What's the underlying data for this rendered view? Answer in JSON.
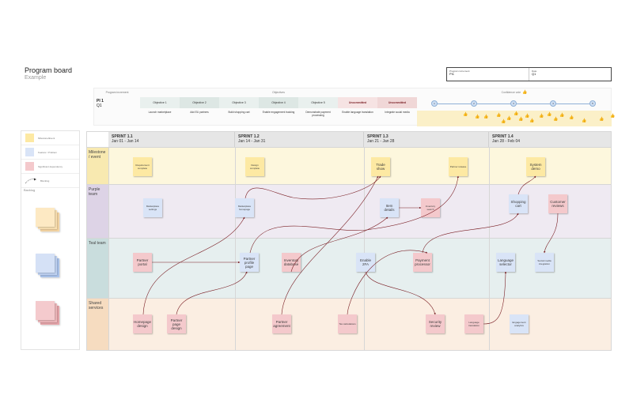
{
  "header": {
    "title": "Program board",
    "subtitle": "Example"
  },
  "pi_box": {
    "increment_label": "Program increment",
    "increment_value": "PI1",
    "date_label": "Date",
    "date_value": "Q1"
  },
  "objectives": {
    "program_increment_label": "Program increment",
    "objectives_label": "Objectives",
    "confidence_label": "Confidence vote",
    "pi_name": "PI 1",
    "pi_quarter": "Q1",
    "columns": [
      {
        "head": "Objective 1",
        "detail": "Launch marketplace",
        "shade": "#e9f0ee"
      },
      {
        "head": "Objective 2",
        "detail": "Add EU partners",
        "shade": "#dde7e4"
      },
      {
        "head": "Objective 3",
        "detail": "Build shopping cart",
        "shade": "#e9f0ee"
      },
      {
        "head": "Objective 4",
        "detail": "Enable engagement tracking",
        "shade": "#dde7e4"
      },
      {
        "head": "Objective 5",
        "detail": "Demonstrate payment processing",
        "shade": "#e9f0ee"
      },
      {
        "head": "Uncommitted",
        "detail": "Enable language translation",
        "shade": "#f6e3e3"
      },
      {
        "head": "Uncommitted",
        "detail": "Integrate social media",
        "shade": "#f0d7d7"
      }
    ],
    "vote_scale": [
      "1",
      "2",
      "3",
      "4",
      "5"
    ],
    "thumb_icon": "thumbs-up-icon"
  },
  "legend": {
    "items": [
      {
        "label": "Milestone/Event",
        "color": "#fde9a3"
      },
      {
        "label": "Feature / Problem",
        "color": "#d9e4f7"
      },
      {
        "label": "Significant dependency",
        "color": "#f4c9cc"
      },
      {
        "label": "Blocking",
        "icon": "dependency-arrow-icon"
      }
    ],
    "backlog_label": "Backlog"
  },
  "sprints": [
    {
      "name": "SPRINT 1.1",
      "dates": "Jan 01 - Jan 14"
    },
    {
      "name": "SPRINT 1.2",
      "dates": "Jan 14 - Jan 31"
    },
    {
      "name": "SPRINT 1.3",
      "dates": "Jan 21 - Jan 28"
    },
    {
      "name": "SPRINT 1.4",
      "dates": "Jan 28 - Feb 04"
    }
  ],
  "lanes": [
    {
      "name": "Milestone / event",
      "color": "#fdf7dd",
      "label_color": "#f8e9b0"
    },
    {
      "name": "Purple team",
      "color": "#efeaf2",
      "label_color": "#ddd3e6"
    },
    {
      "name": "Teal team",
      "color": "#e6efef",
      "label_color": "#c9dddd"
    },
    {
      "name": "Shared services",
      "color": "#fbeee2",
      "label_color": "#f6dcc0"
    }
  ],
  "notes": {
    "requirement_complete": "Requirement complete",
    "design_complete": "Design complete",
    "trade_show": "Trade show",
    "partner_release": "Partner release",
    "system_demo": "System demo",
    "marketplace_settings": "Marketplace settings",
    "marketplace_homepage": "Marketplace homepage",
    "item_details": "Item details",
    "inventory_search": "Inventory search",
    "shopping_cart": "Shopping cart",
    "customer_reviews": "Customer reviews",
    "partner_portal": "Partner portal",
    "partner_profile_page": "Partner profile page",
    "inventory_database": "Inventory database",
    "enable_2fa": "Enable 2FA",
    "payment_processor": "Payment processor",
    "language_selector": "Language selector",
    "social_media_integration": "Social media integration",
    "homepage_design": "Homepage design",
    "partner_page_design": "Partner page design",
    "partner_agreement": "Partner agreement",
    "tax_calculations": "Tax calculations",
    "security_review": "Security review",
    "language_translation": "Language translation",
    "engagement_analytics": "Engagement analytics"
  }
}
